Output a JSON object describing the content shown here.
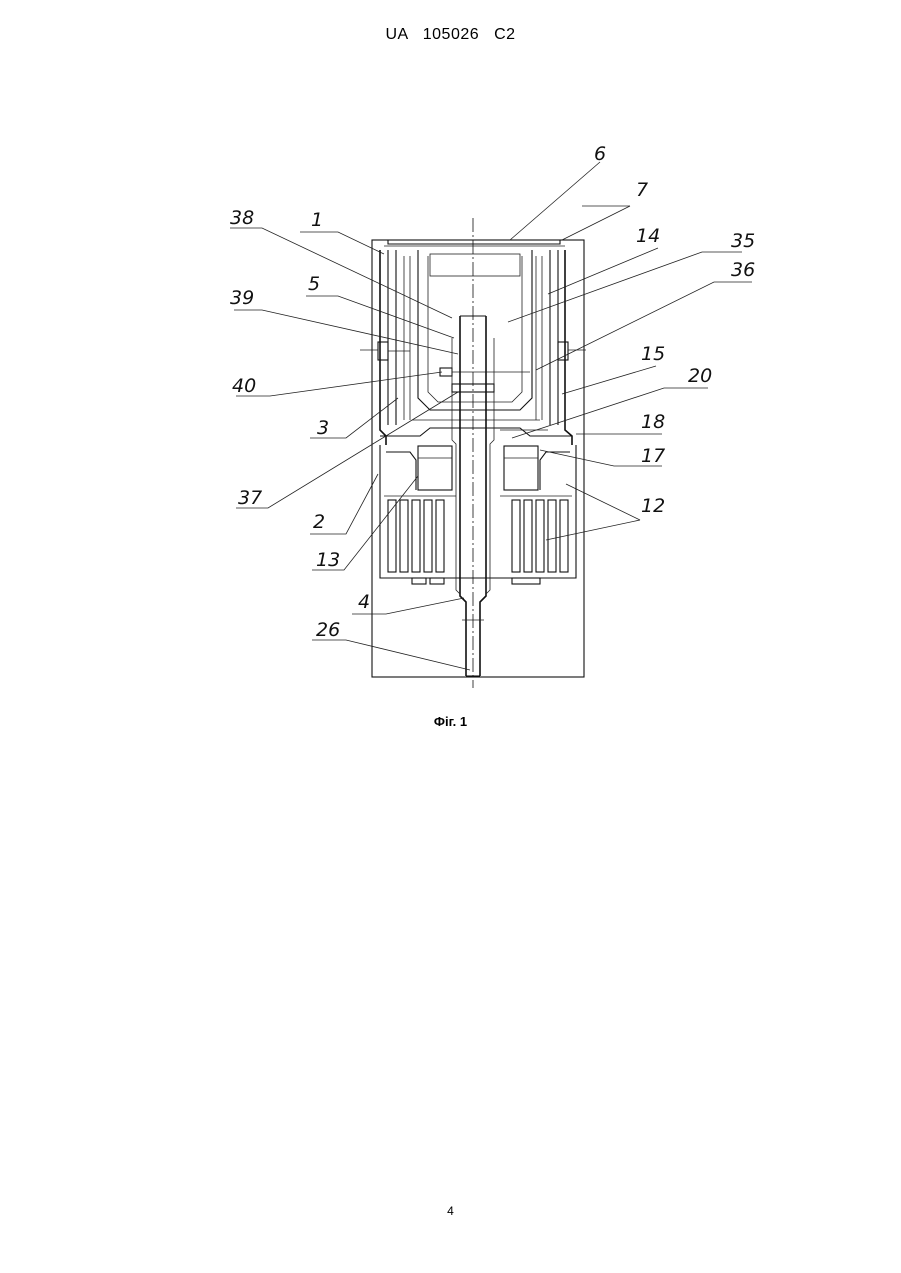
{
  "document": {
    "header": "UA   105026   C2",
    "figure_caption": "Фіг. 1",
    "page_number": "4"
  },
  "figure": {
    "labels": [
      "6",
      "7",
      "14",
      "35",
      "36",
      "15",
      "20",
      "18",
      "17",
      "12",
      "1",
      "38",
      "5",
      "39",
      "40",
      "3",
      "37",
      "2",
      "13",
      "4",
      "26"
    ]
  }
}
